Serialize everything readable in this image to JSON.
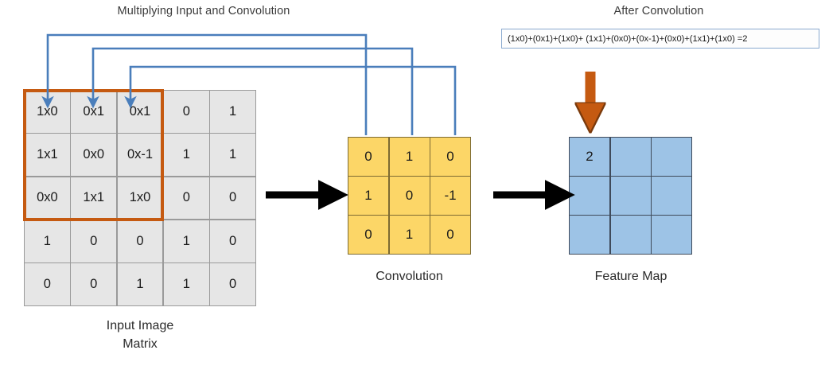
{
  "headings": {
    "left": "Multiplying Input and Convolution",
    "right": "After Convolution"
  },
  "formula": {
    "text": "(1x0)+(0x1)+(1x0)+ (1x1)+(0x0)+(0x-1)+(0x0)+(1x1)+(1x0) =2",
    "border_color": "#8aa9cf"
  },
  "input_matrix": {
    "caption_line1": "Input Image",
    "caption_line2": "Matrix",
    "fill": "#e6e6e6",
    "border": "#9a9a9a",
    "highlight_color": "#c55a11",
    "rows": [
      [
        "1x0",
        "0x1",
        "0x1",
        "0",
        "1"
      ],
      [
        "1x1",
        "0x0",
        "0x-1",
        "1",
        "1"
      ],
      [
        "0x0",
        "1x1",
        "1x0",
        "0",
        "0"
      ],
      [
        "1",
        "0",
        "0",
        "1",
        "0"
      ],
      [
        "0",
        "0",
        "1",
        "1",
        "0"
      ]
    ]
  },
  "kernel": {
    "caption": "Convolution",
    "fill": "#fcd667",
    "rows": [
      [
        "0",
        "1",
        "0"
      ],
      [
        "1",
        "0",
        "-1"
      ],
      [
        "0",
        "1",
        "0"
      ]
    ]
  },
  "feature_map": {
    "caption": "Feature Map",
    "fill": "#9dc3e6",
    "rows": [
      [
        "2",
        "",
        ""
      ],
      [
        "",
        "",
        ""
      ],
      [
        "",
        "",
        ""
      ]
    ]
  },
  "arrows": {
    "connector_color": "#4a7ebb",
    "flow_color": "#000000",
    "down_color": "#c55a11"
  },
  "chart_data": {
    "type": "table",
    "title": "Convolution operation: multiplying input patch and kernel",
    "input_matrix": [
      [
        1,
        0,
        0,
        0,
        1
      ],
      [
        1,
        0,
        0,
        1,
        1
      ],
      [
        0,
        1,
        1,
        0,
        0
      ],
      [
        1,
        0,
        0,
        1,
        0
      ],
      [
        0,
        0,
        1,
        1,
        0
      ]
    ],
    "kernel": [
      [
        0,
        1,
        0
      ],
      [
        1,
        0,
        -1
      ],
      [
        0,
        1,
        0
      ]
    ],
    "feature_map": [
      [
        2,
        null,
        null
      ],
      [
        null,
        null,
        null
      ],
      [
        null,
        null,
        null
      ]
    ],
    "computation": "(1x0)+(0x1)+(1x0)+ (1x1)+(0x0)+(0x-1)+(0x0)+(1x1)+(1x0) =2",
    "result": 2
  }
}
